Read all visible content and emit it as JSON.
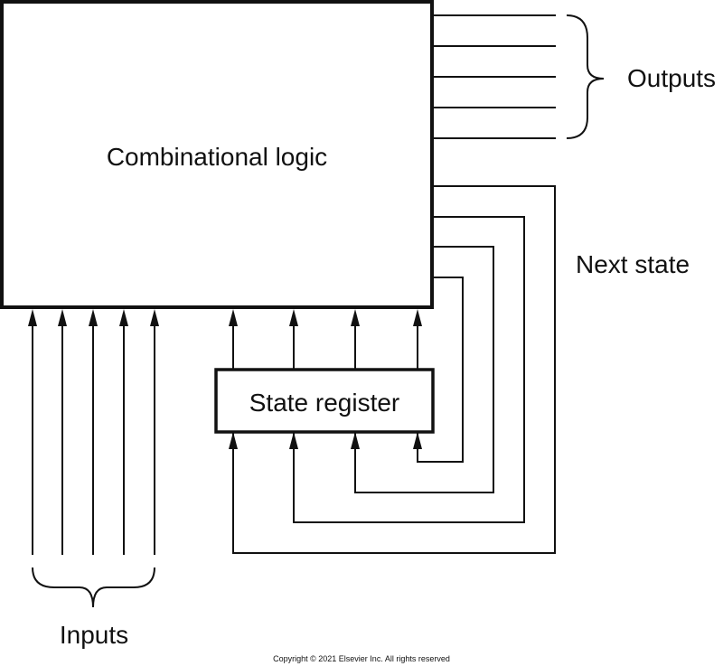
{
  "blocks": {
    "combinational_logic": "Combinational logic",
    "state_register": "State register"
  },
  "labels": {
    "outputs": "Outputs",
    "inputs": "Inputs",
    "next_state": "Next state"
  },
  "footer": {
    "copyright": "Copyright © 2021 Elsevier Inc. All rights reserved"
  },
  "colors": {
    "stroke": "#111111",
    "background": "#ffffff"
  }
}
